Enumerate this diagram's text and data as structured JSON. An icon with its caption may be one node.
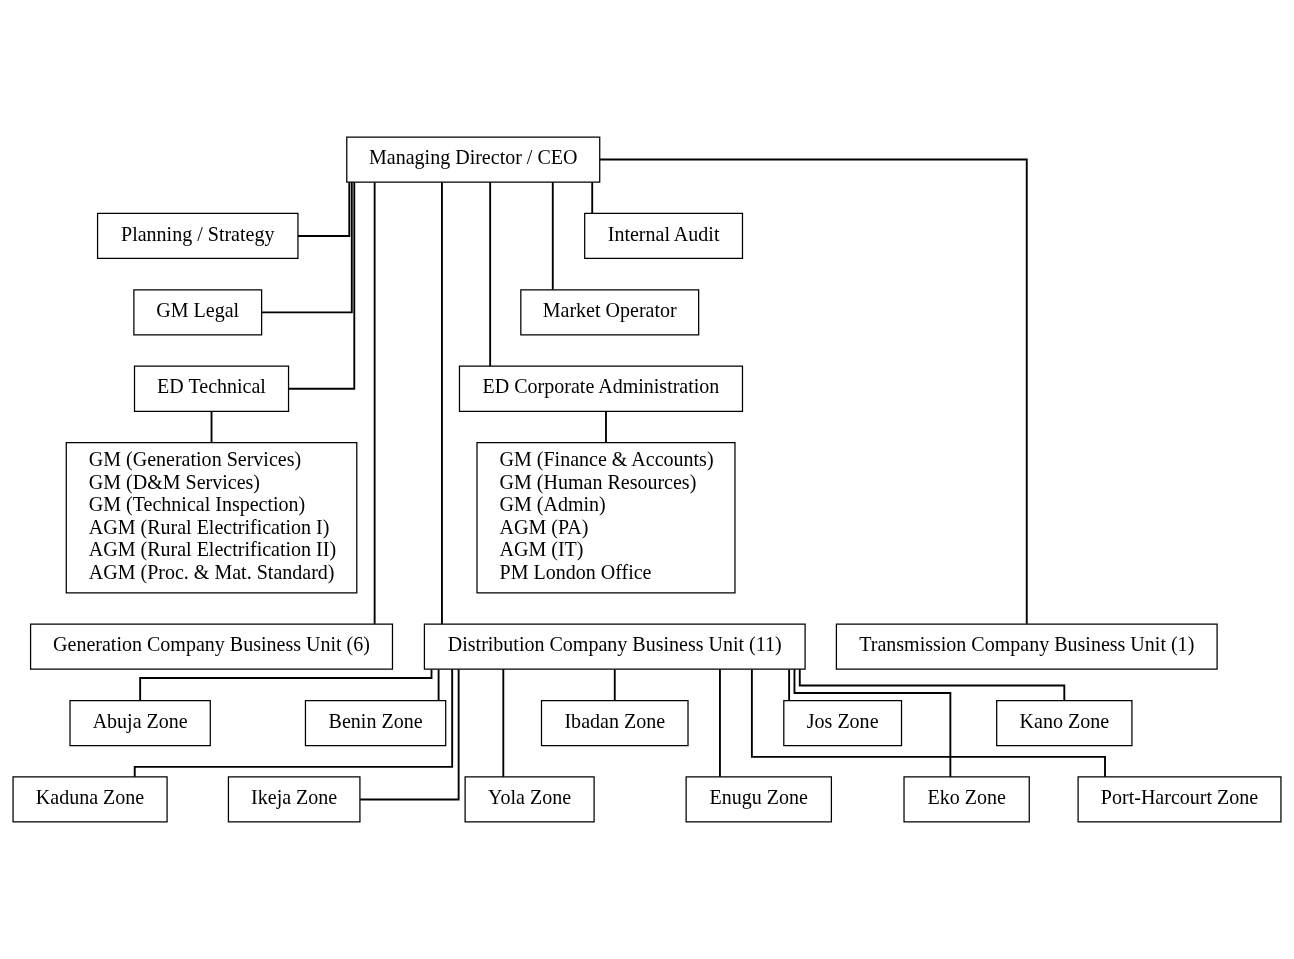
{
  "diagram": {
    "nodes": [
      {
        "text": [
          "Managing Director / CEO"
        ]
      },
      {
        "text": [
          "Planning / Strategy"
        ]
      },
      {
        "text": [
          "Internal Audit"
        ]
      },
      {
        "text": [
          "GM Legal"
        ]
      },
      {
        "text": [
          "Market Operator"
        ]
      },
      {
        "text": [
          "ED Technical"
        ]
      },
      {
        "text": [
          "ED Corporate Administration"
        ]
      },
      {
        "text": [
          "GM (Generation Services)",
          "GM (D&M Services)",
          "GM (Technical Inspection)",
          "AGM (Rural Electrification I)",
          "AGM (Rural Electrification II)",
          "AGM (Proc. & Mat. Standard)"
        ]
      },
      {
        "text": [
          "GM (Finance & Accounts)",
          "GM (Human Resources)",
          "GM (Admin)",
          "AGM (PA)",
          "AGM (IT)",
          "PM London Office"
        ]
      },
      {
        "text": [
          "Generation Company Business Unit (6)"
        ]
      },
      {
        "text": [
          "Transmission Company Business Unit (1)"
        ]
      },
      {
        "text": [
          "Distribution Company Business Unit (11)"
        ]
      },
      {
        "text": [
          "Abuja Zone"
        ]
      },
      {
        "text": [
          "Benin Zone"
        ]
      },
      {
        "text": [
          "Ibadan Zone"
        ]
      },
      {
        "text": [
          "Jos Zone"
        ]
      },
      {
        "text": [
          "Kano Zone"
        ]
      },
      {
        "text": [
          "Port-Harcourt Zone"
        ]
      },
      {
        "text": [
          "Kaduna Zone"
        ]
      },
      {
        "text": [
          "Ikeja Zone"
        ]
      },
      {
        "text": [
          "Yola Zone"
        ]
      },
      {
        "text": [
          "Enugu Zone"
        ]
      },
      {
        "text": [
          "Eko Zone"
        ]
      }
    ],
    "edges": [
      {
        "from": 0,
        "to": 1,
        "arrow": "none"
      },
      {
        "from": 0,
        "to": 2,
        "arrow": "none"
      },
      {
        "from": 0,
        "to": 3,
        "arrow": "none"
      },
      {
        "from": 0,
        "to": 4,
        "arrow": "none"
      },
      {
        "from": 0,
        "to": 5,
        "arrow": "none"
      },
      {
        "from": 0,
        "to": 6,
        "arrow": "none"
      },
      {
        "from": 0,
        "to": 9,
        "arrow": "none"
      },
      {
        "from": 0,
        "to": 10,
        "arrow": "none"
      },
      {
        "from": 0,
        "to": 11,
        "arrow": "none"
      },
      {
        "from": 5,
        "to": 7,
        "arrow": "none"
      },
      {
        "from": 6,
        "to": 8,
        "arrow": "none"
      },
      {
        "from": 11,
        "to": 12,
        "arrow": "none"
      },
      {
        "from": 11,
        "to": 13,
        "arrow": "none"
      },
      {
        "from": 11,
        "to": 14,
        "arrow": "none"
      },
      {
        "from": 11,
        "to": 15,
        "arrow": "none"
      },
      {
        "from": 11,
        "to": 16,
        "arrow": "none"
      },
      {
        "from": 11,
        "to": 17,
        "arrow": "none"
      },
      {
        "from": 11,
        "to": 18,
        "arrow": "none"
      },
      {
        "from": 11,
        "to": 19,
        "arrow": "none"
      },
      {
        "from": 11,
        "to": 20,
        "arrow": "none"
      },
      {
        "from": 11,
        "to": 21,
        "arrow": "none"
      },
      {
        "from": 11,
        "to": 22,
        "arrow": "none"
      }
    ]
  }
}
